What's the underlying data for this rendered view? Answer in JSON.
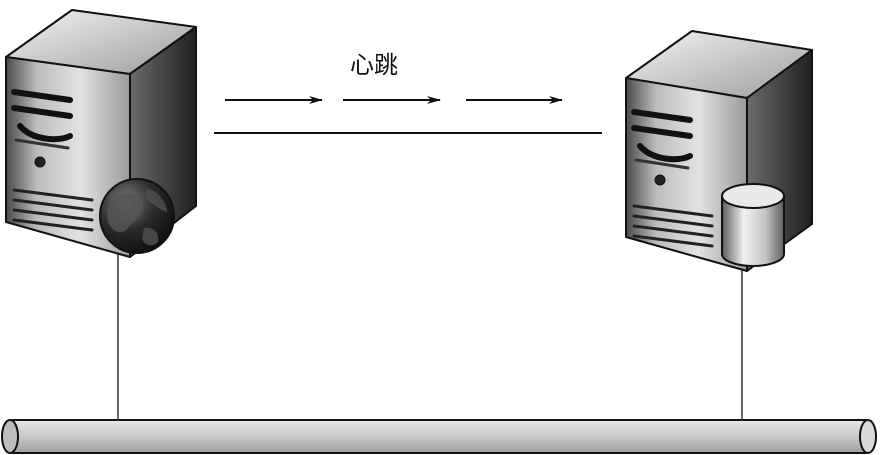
{
  "diagram": {
    "heartbeat_label": "心跳",
    "nodes": [
      {
        "name": "web-server",
        "role": "server",
        "badge_icon": "globe-icon"
      },
      {
        "name": "database-server",
        "role": "server",
        "badge_icon": "database-icon"
      }
    ],
    "connections": [
      {
        "from": "web-server",
        "to": "database-server",
        "type": "heartbeat",
        "style": "dashed-arrows"
      },
      {
        "from": "web-server",
        "to": "database-server",
        "type": "link",
        "style": "solid-line"
      },
      {
        "from": "web-server",
        "to": "network-bus",
        "type": "cable",
        "style": "thin-line"
      },
      {
        "from": "database-server",
        "to": "network-bus",
        "type": "cable",
        "style": "thin-line"
      }
    ],
    "colors": {
      "line": "#111111",
      "server_dark": "#2b2b2b",
      "server_mid": "#8a8a8a",
      "server_light": "#e6e6e6",
      "bus_fill": "#cfcfcf"
    }
  }
}
